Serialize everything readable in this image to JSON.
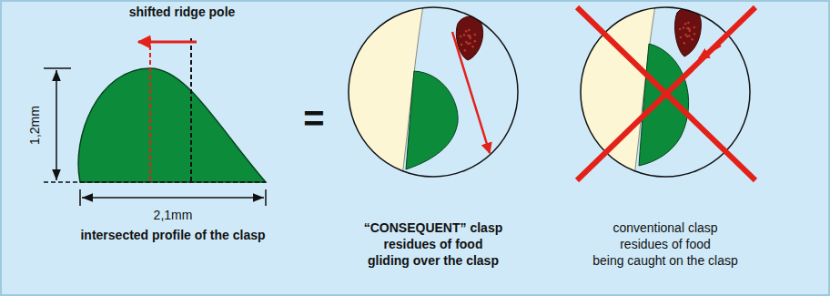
{
  "diagram": {
    "labels": [
      "shifted ridge pole",
      "1,2mm",
      "2,1mm",
      "intersected profile of the clasp",
      "=",
      "“CONSEQUENT” clasp",
      "residues of food",
      "gliding over the clasp",
      "conventional clasp",
      "residues of food",
      "being caught on the clasp"
    ]
  }
}
